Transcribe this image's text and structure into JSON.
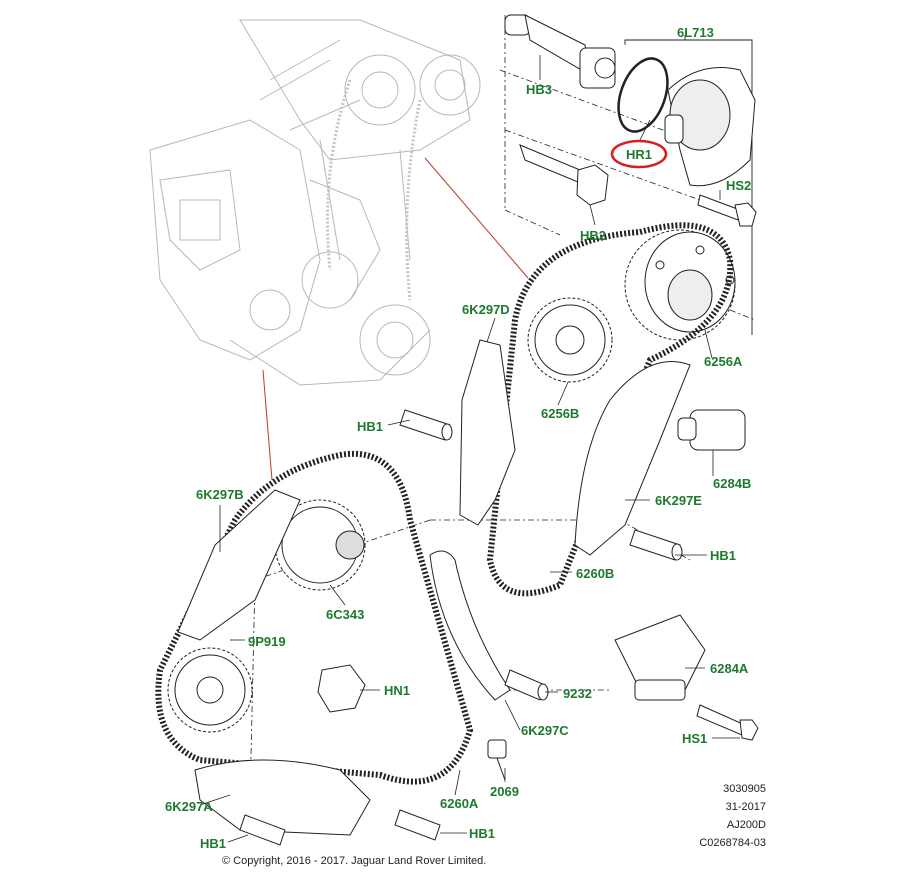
{
  "labels": {
    "l_6L713": "6L713",
    "l_HB3": "HB3",
    "l_HR1": "HR1",
    "l_HS2": "HS2",
    "l_HB2": "HB2",
    "l_6K297D": "6K297D",
    "l_6256A": "6256A",
    "l_6256B": "6256B",
    "l_HB1_a": "HB1",
    "l_6284B": "6284B",
    "l_6K297B": "6K297B",
    "l_6K297E": "6K297E",
    "l_HB1_b": "HB1",
    "l_6260B": "6260B",
    "l_6C343": "6C343",
    "l_9P919": "9P919",
    "l_6284A": "6284A",
    "l_HN1": "HN1",
    "l_9232": "9232",
    "l_6K297C": "6K297C",
    "l_HS1": "HS1",
    "l_2069": "2069",
    "l_6K297A": "6K297A",
    "l_6260A": "6260A",
    "l_HB1_c": "HB1",
    "l_HB1_d": "HB1"
  },
  "meta": {
    "ref1": "3030905",
    "ref2": "31-2017",
    "ref3": "AJ200D",
    "ref4": "C0268784-03",
    "copyright": "© Copyright, 2016 - 2017. Jaguar Land Rover Limited."
  },
  "colors": {
    "label": "#1e7a2e",
    "highlight": "#d62020",
    "leader": "#c0392b",
    "line": "#222222",
    "ghost": "#b8b8b8"
  }
}
